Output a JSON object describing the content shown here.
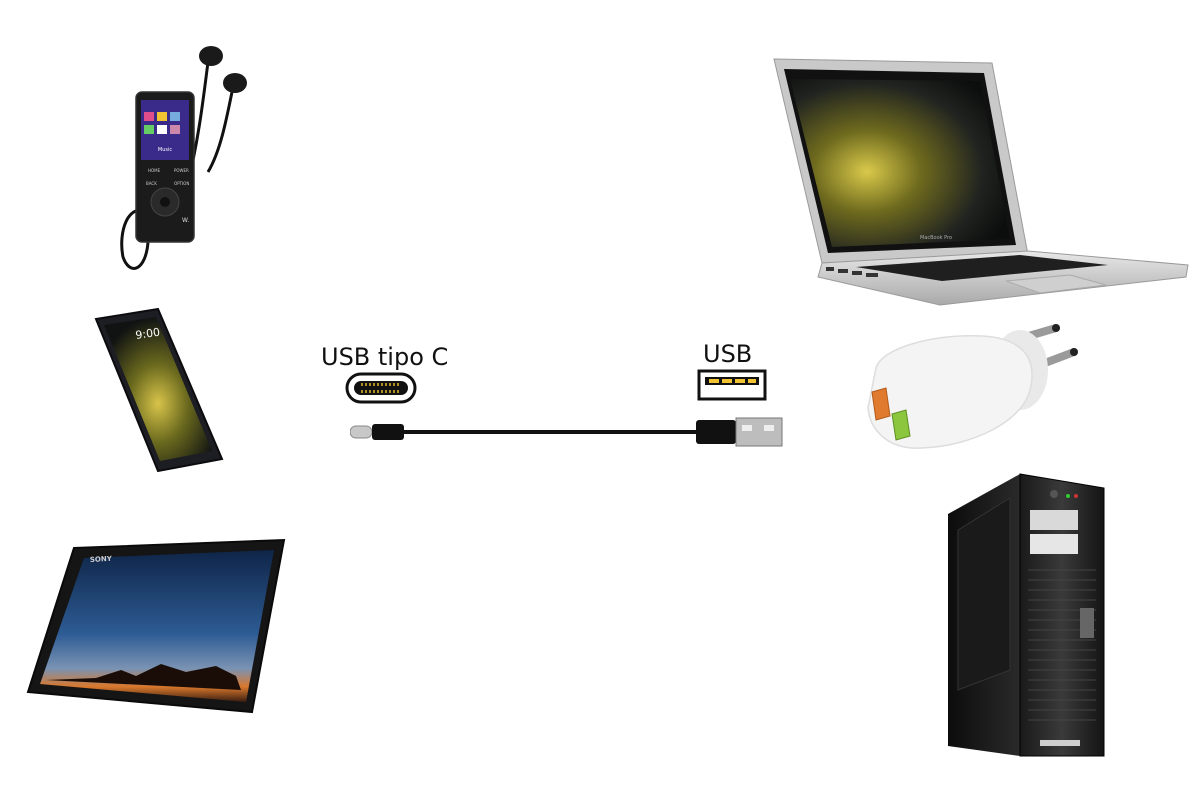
{
  "connectors": {
    "usb_c_label": "USB tipo C",
    "usb_a_label": "USB"
  },
  "devices": {
    "phone_time": "9:00",
    "laptop_model": "MacBook Pro",
    "tablet_brand": "SONY",
    "mp3_player": {
      "screen_title": "Music",
      "home": "HOME",
      "power": "POWER",
      "back": "BACK",
      "option": "OPTION",
      "logo": "W."
    }
  },
  "colors": {
    "cable": "#111111",
    "charger_body": "#f4f4f4",
    "charger_port_1": "#e07a2e",
    "charger_port_2": "#8cc63f",
    "screen_gold": "#c9b43a",
    "tablet_sky_top": "#16315c",
    "tablet_sky_horizon": "#d8782c"
  }
}
